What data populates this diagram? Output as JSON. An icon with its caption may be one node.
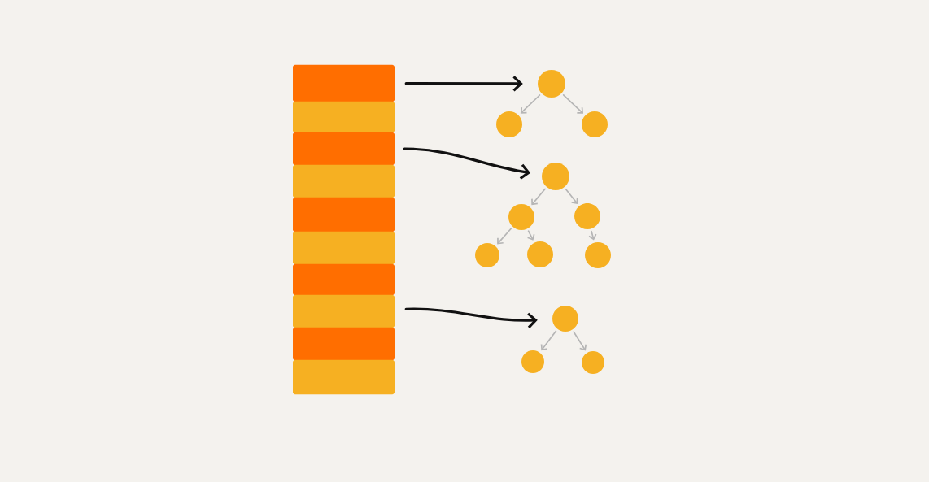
{
  "diagram": {
    "nodes": [
      {
        "text": [],
        "shape": "bar"
      },
      {
        "text": [],
        "shape": "bar"
      },
      {
        "text": [],
        "shape": "bar"
      },
      {
        "text": [],
        "shape": "bar"
      },
      {
        "text": [],
        "shape": "bar"
      },
      {
        "text": [],
        "shape": "bar"
      },
      {
        "text": [],
        "shape": "bar"
      },
      {
        "text": [],
        "shape": "bar"
      },
      {
        "text": [],
        "shape": "bar"
      },
      {
        "text": [],
        "shape": "bar"
      },
      {
        "text": [],
        "shape": "circle"
      },
      {
        "text": [],
        "shape": "circle"
      },
      {
        "text": [],
        "shape": "circle"
      },
      {
        "text": [],
        "shape": "circle"
      },
      {
        "text": [],
        "shape": "circle"
      },
      {
        "text": [],
        "shape": "circle"
      },
      {
        "text": [],
        "shape": "circle"
      },
      {
        "text": [],
        "shape": "circle"
      },
      {
        "text": [],
        "shape": "circle"
      },
      {
        "text": [],
        "shape": "circle"
      },
      {
        "text": [],
        "shape": "circle"
      },
      {
        "text": [],
        "shape": "circle"
      }
    ],
    "edges": [
      {
        "from": 0,
        "to": 10,
        "arrow": "to",
        "color": "#111111"
      },
      {
        "from": 2,
        "to": 13,
        "arrow": "to",
        "color": "#111111"
      },
      {
        "from": 7,
        "to": 19,
        "arrow": "to",
        "color": "#111111"
      },
      {
        "from": 10,
        "to": 11,
        "arrow": "to"
      },
      {
        "from": 10,
        "to": 12,
        "arrow": "to"
      },
      {
        "from": 13,
        "to": 14,
        "arrow": "to"
      },
      {
        "from": 13,
        "to": 15,
        "arrow": "to"
      },
      {
        "from": 14,
        "to": 16,
        "arrow": "to"
      },
      {
        "from": 14,
        "to": 17,
        "arrow": "to"
      },
      {
        "from": 15,
        "to": 18,
        "arrow": "to"
      },
      {
        "from": 19,
        "to": 20,
        "arrow": "to"
      },
      {
        "from": 19,
        "to": 21,
        "arrow": "to"
      }
    ]
  }
}
